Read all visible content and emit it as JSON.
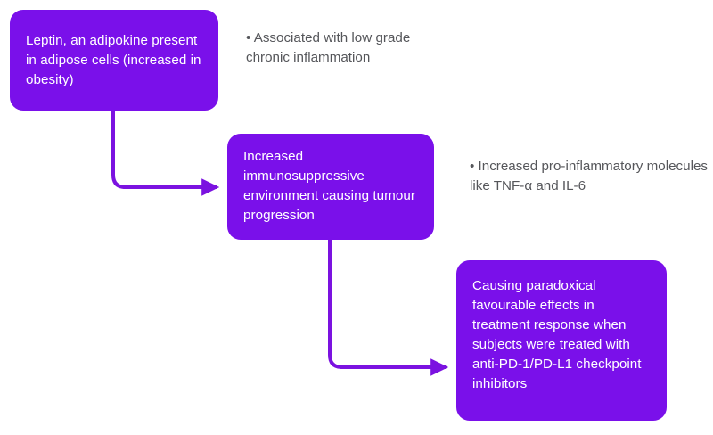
{
  "diagram": {
    "title": "Leptin obesity tumour immunotherapy pathway flowchart",
    "background_color": "#ffffff",
    "node_fill_color": "#7a10ea",
    "node_text_color": "#ffffff",
    "connector_color": "#7b12e0",
    "annotation_text_color": "#55565a",
    "nodes": [
      {
        "id": "leptin",
        "text": "Leptin, an adipokine present in adipose cells (increased in obesity)"
      },
      {
        "id": "immunosuppression",
        "text": "Increased immunosuppressive environment causing tumour progression"
      },
      {
        "id": "paradoxical",
        "text": "Causing paradoxical favourable effects in treatment response when subjects were treated with anti-PD-1/PD-L1 checkpoint inhibitors"
      }
    ],
    "annotations": [
      {
        "id": "inflammation",
        "text": "• Associated with low grade chronic inflammation"
      },
      {
        "id": "cytokines",
        "text": "• Increased pro-inflammatory molecules like TNF-α and IL-6"
      }
    ],
    "connectors": [
      {
        "id": "leptin-to-immunosuppression",
        "from": "leptin",
        "to": "immunosuppression",
        "style": "elbow-arrow"
      },
      {
        "id": "immunosuppression-to-paradoxical",
        "from": "immunosuppression",
        "to": "paradoxical",
        "style": "elbow-arrow"
      }
    ]
  }
}
